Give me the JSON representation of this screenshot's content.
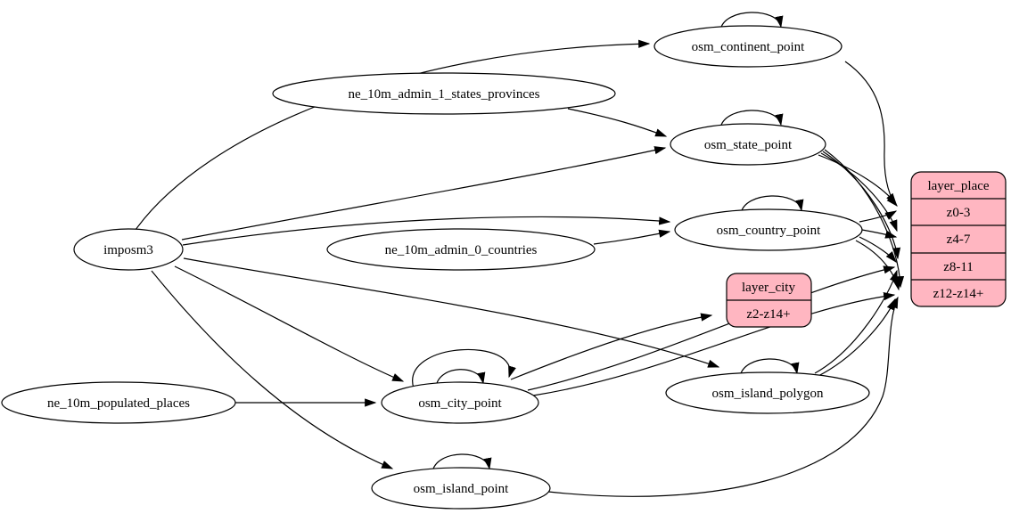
{
  "diagram": {
    "type": "graphviz-etl-graph",
    "background_color": "#ffffff",
    "node_fill_color": "#ffffff",
    "record_fill_color": "#ffb6c1",
    "stroke_color": "#000000",
    "nodes": [
      {
        "id": "imposm3",
        "label": "imposm3"
      },
      {
        "id": "ne_10m_admin_1_states_provinces",
        "label": "ne_10m_admin_1_states_provinces"
      },
      {
        "id": "ne_10m_admin_0_countries",
        "label": "ne_10m_admin_0_countries"
      },
      {
        "id": "ne_10m_populated_places",
        "label": "ne_10m_populated_places"
      },
      {
        "id": "osm_continent_point",
        "label": "osm_continent_point"
      },
      {
        "id": "osm_state_point",
        "label": "osm_state_point"
      },
      {
        "id": "osm_country_point",
        "label": "osm_country_point"
      },
      {
        "id": "osm_city_point",
        "label": "osm_city_point"
      },
      {
        "id": "osm_island_polygon",
        "label": "osm_island_polygon"
      },
      {
        "id": "osm_island_point",
        "label": "osm_island_point"
      }
    ],
    "records": {
      "layer_city": {
        "title": "layer_city",
        "rows": [
          "z2-z14+"
        ]
      },
      "layer_place": {
        "title": "layer_place",
        "rows": [
          "z0-3",
          "z4-7",
          "z8-11",
          "z12-z14+"
        ]
      }
    },
    "edges": [
      {
        "from": "imposm3",
        "to": "osm_continent_point"
      },
      {
        "from": "imposm3",
        "to": "osm_state_point"
      },
      {
        "from": "imposm3",
        "to": "osm_country_point"
      },
      {
        "from": "imposm3",
        "to": "osm_city_point"
      },
      {
        "from": "imposm3",
        "to": "osm_island_point"
      },
      {
        "from": "imposm3",
        "to": "osm_island_polygon"
      },
      {
        "from": "ne_10m_admin_1_states_provinces",
        "to": "osm_state_point"
      },
      {
        "from": "ne_10m_admin_0_countries",
        "to": "osm_country_point"
      },
      {
        "from": "ne_10m_populated_places",
        "to": "osm_city_point"
      },
      {
        "from": "osm_continent_point",
        "to": "osm_continent_point"
      },
      {
        "from": "osm_state_point",
        "to": "osm_state_point"
      },
      {
        "from": "osm_country_point",
        "to": "osm_country_point"
      },
      {
        "from": "osm_city_point",
        "to": "osm_city_point"
      },
      {
        "from": "osm_city_point",
        "to": "osm_city_point"
      },
      {
        "from": "osm_island_polygon",
        "to": "osm_island_polygon"
      },
      {
        "from": "osm_island_point",
        "to": "osm_island_point"
      },
      {
        "from": "osm_city_point",
        "to": "layer_city",
        "to_port": "z2-z14+"
      },
      {
        "from": "osm_city_point",
        "to": "layer_place",
        "to_port": "z8-11"
      },
      {
        "from": "osm_city_point",
        "to": "layer_place",
        "to_port": "z12-z14+"
      },
      {
        "from": "osm_state_point",
        "to": "layer_place",
        "to_port": "z0-3"
      },
      {
        "from": "osm_state_point",
        "to": "layer_place",
        "to_port": "z4-7"
      },
      {
        "from": "osm_state_point",
        "to": "layer_place",
        "to_port": "z8-11"
      },
      {
        "from": "osm_state_point",
        "to": "layer_place",
        "to_port": "z12-z14+"
      },
      {
        "from": "osm_country_point",
        "to": "layer_place",
        "to_port": "z0-3"
      },
      {
        "from": "osm_country_point",
        "to": "layer_place",
        "to_port": "z4-7"
      },
      {
        "from": "osm_country_point",
        "to": "layer_place",
        "to_port": "z8-11"
      },
      {
        "from": "osm_country_point",
        "to": "layer_place",
        "to_port": "z12-z14+"
      },
      {
        "from": "osm_continent_point",
        "to": "layer_place",
        "to_port": "z0-3"
      },
      {
        "from": "osm_island_polygon",
        "to": "layer_place",
        "to_port": "z8-11"
      },
      {
        "from": "osm_island_polygon",
        "to": "layer_place",
        "to_port": "z12-z14+"
      },
      {
        "from": "osm_island_point",
        "to": "layer_place",
        "to_port": "z12-z14+"
      }
    ]
  }
}
